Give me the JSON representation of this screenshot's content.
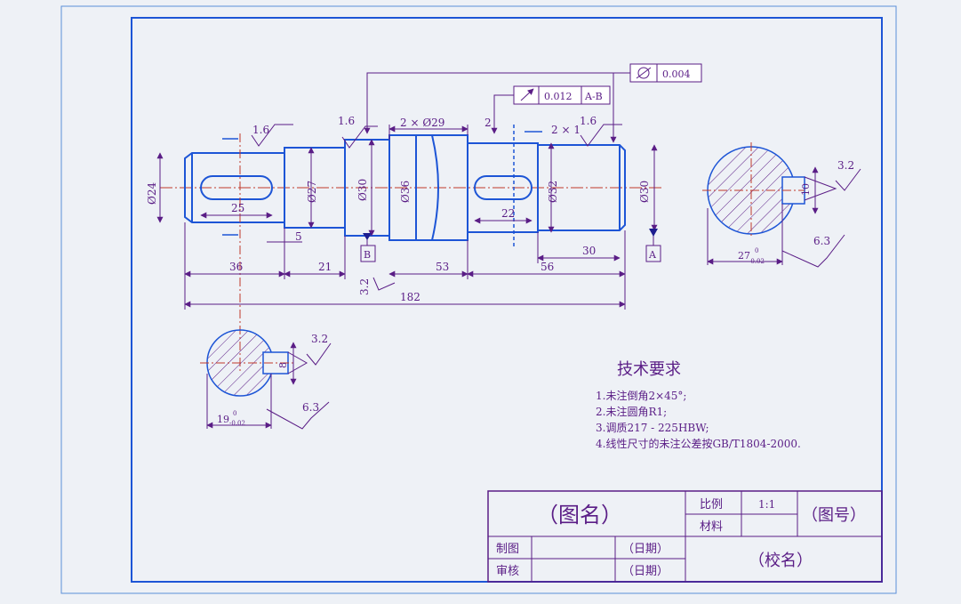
{
  "drawing": {
    "roughness_values": [
      "1.6",
      "1.6",
      "1.6",
      "3.2",
      "3.2",
      "6.3",
      "3.2",
      "6.3"
    ],
    "diameters": [
      "Ø24",
      "Ø27",
      "Ø30",
      "Ø36",
      "Ø32",
      "Ø30"
    ],
    "dims": {
      "d25": "25",
      "d5": "5",
      "d22": "22",
      "d30": "30",
      "d36": "36",
      "d21": "21",
      "d53": "53",
      "d56": "56",
      "d182": "182",
      "groove_top": "2 × Ø29",
      "d2": "2",
      "chamfer_top": "2 × 1",
      "sec1_width": "10",
      "sec1_depth": "27",
      "sec2_width": "8",
      "sec2_depth": "19",
      "tol_upper": "0",
      "tol_lower": "-0.02"
    },
    "datums": {
      "a": "A",
      "b": "B"
    },
    "gdt_cyl": {
      "value": "0.004"
    },
    "gdt_runout": {
      "value": "0.012",
      "datum": "A-B"
    },
    "tech": {
      "title": "技术要求",
      "lines": [
        "1.未注倒角2×45°;",
        "2.未注圆角R1;",
        "3.调质217 - 225HBW;",
        "4.线性尺寸的未注公差按GB/T1804-2000."
      ]
    },
    "title_block": {
      "drawing_name": "（图名）",
      "scale_label": "比例",
      "scale_value": "1:1",
      "material_label": "材料",
      "drawing_no": "（图号）",
      "drafter_label": "制图",
      "checker_label": "审核",
      "date1": "（日期）",
      "date2": "（日期）",
      "school": "（校名）"
    },
    "colors": {
      "outline": "#1d55d6",
      "dimension": "#5a1d86",
      "center": "#c0392b",
      "background": "#eef1f6"
    }
  }
}
